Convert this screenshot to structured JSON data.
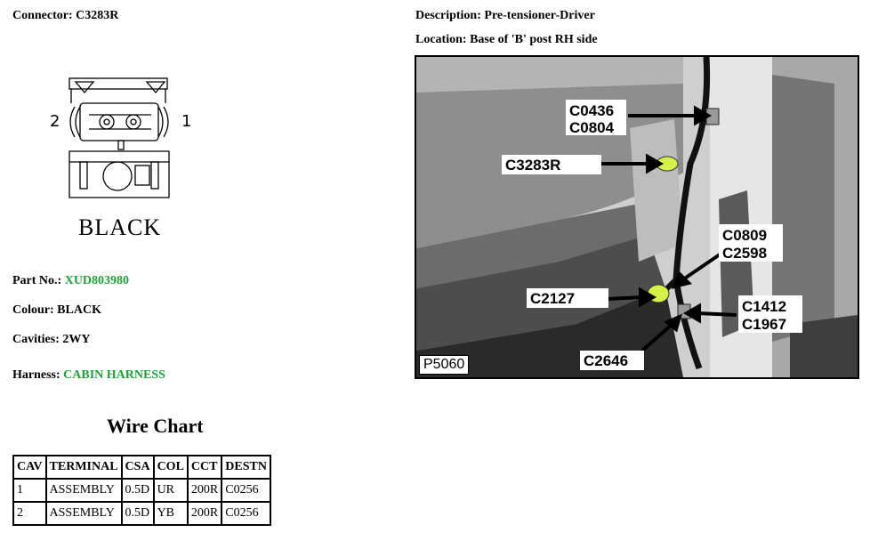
{
  "connector": {
    "label": "Connector:",
    "value": "C3283R"
  },
  "description": {
    "label": "Description:",
    "value": "Pre-tensioner-Driver"
  },
  "location": {
    "label": "Location:",
    "value": "Base of 'B' post RH side"
  },
  "diagram": {
    "pin_left": "2",
    "pin_right": "1",
    "color_text": "BLACK"
  },
  "part_no": {
    "label": "Part No.:",
    "value": "XUD803980"
  },
  "colour": {
    "label": "Colour:",
    "value": "BLACK"
  },
  "cavities": {
    "label": "Cavities:",
    "value": "2WY"
  },
  "harness": {
    "label": "Harness:",
    "value": "CABIN HARNESS"
  },
  "wire_chart": {
    "title": "Wire Chart",
    "headers": [
      "CAV",
      "TERMINAL",
      "CSA",
      "COL",
      "CCT",
      "DESTN"
    ],
    "rows": [
      [
        "1",
        "ASSEMBLY",
        "0.5D",
        "UR",
        "200R",
        "C0256"
      ],
      [
        "2",
        "ASSEMBLY",
        "0.5D",
        "YB",
        "200R",
        "C0256"
      ]
    ]
  },
  "photo": {
    "ref": "P5060",
    "callouts": {
      "c0436": "C0436",
      "c0804": "C0804",
      "c3283r": "C3283R",
      "c0809": "C0809",
      "c2598": "C2598",
      "c2127": "C2127",
      "c1412": "C1412",
      "c1967": "C1967",
      "c2646": "C2646"
    }
  },
  "colors": {
    "link_green": "#22a03a",
    "connector_highlight": "#d8f04a"
  }
}
